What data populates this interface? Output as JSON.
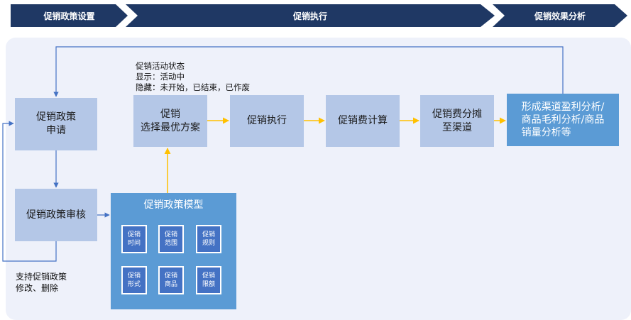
{
  "stages": [
    "促销政策设置",
    "促销执行",
    "促销效果分析"
  ],
  "boxes": {
    "apply": "促销政策\n申请",
    "review": "促销政策审核",
    "select": "促销\n选择最优方案",
    "execute": "促销执行",
    "fee_calc": "促销费计算",
    "allocate": "促销费分摊\n至渠道",
    "analysis": "形成渠道盈利分析/\n商品毛利分析/商品\n销量分析等"
  },
  "status_note": [
    "促销活动状态",
    "显示：活动中",
    "隐藏：未开始，已结束，已作废"
  ],
  "support_note": [
    "支持促销政策",
    "修改、删除"
  ],
  "model": {
    "title": "促销政策模型",
    "items": [
      "促销\n时间",
      "促销\n范围",
      "促销\n规则",
      "促销\n形式",
      "促销\n商品",
      "促销\n限额"
    ]
  },
  "colors": {
    "stage_bg": "#1f3864",
    "panel_bg": "#eef1fa",
    "box_bg": "#b4c7e7",
    "analysis_bg": "#5b9bd5",
    "model_bg": "#5b9bd5",
    "model_item_bg": "#4472c4",
    "arrow_blue": "#4472c4",
    "arrow_yellow": "#ffc000"
  }
}
